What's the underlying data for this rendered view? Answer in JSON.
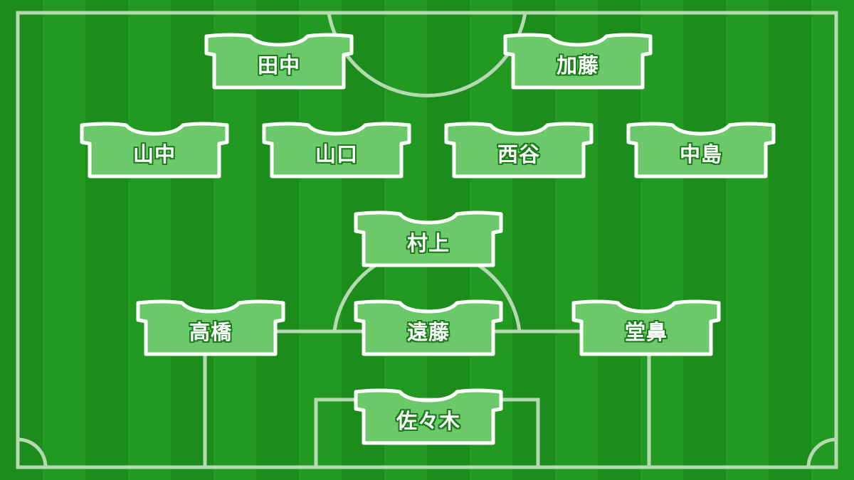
{
  "colors": {
    "pitch_dark": "#1c8c1c",
    "pitch_light": "#229a22",
    "line": "#b5d9b0",
    "shirt_fill": "#6cc96a",
    "shirt_outline": "#ffffff",
    "name_outline": "#1a7d1a"
  },
  "players": [
    {
      "id": "fw-left",
      "name": "田中"
    },
    {
      "id": "fw-right",
      "name": "加藤"
    },
    {
      "id": "mf-1",
      "name": "山中"
    },
    {
      "id": "mf-2",
      "name": "山口"
    },
    {
      "id": "mf-3",
      "name": "西谷"
    },
    {
      "id": "mf-4",
      "name": "中島"
    },
    {
      "id": "dm",
      "name": "村上"
    },
    {
      "id": "df-left",
      "name": "高橋"
    },
    {
      "id": "df-center",
      "name": "遠藤"
    },
    {
      "id": "df-right",
      "name": "堂鼻"
    },
    {
      "id": "gk",
      "name": "佐々木"
    }
  ]
}
